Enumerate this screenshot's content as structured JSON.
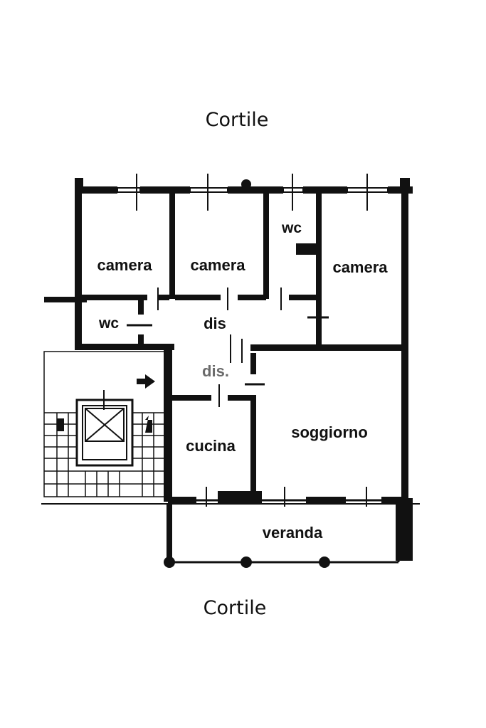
{
  "courtyard": {
    "top": "Cortile",
    "bottom": "Cortile"
  },
  "rooms": {
    "camera_1": "camera",
    "camera_2": "camera",
    "camera_3": "camera",
    "wc_top": "wc",
    "wc_left": "wc",
    "dis_1": "dis",
    "dis_2": "dis.",
    "cucina": "cucina",
    "soggiorno": "soggiorno",
    "veranda": "veranda"
  },
  "colors": {
    "wall": "#111111",
    "background": "#ffffff",
    "muted_text": "#6a6a6a"
  },
  "icons": [
    "entrance-arrow-icon",
    "elevator-cross-icon"
  ]
}
